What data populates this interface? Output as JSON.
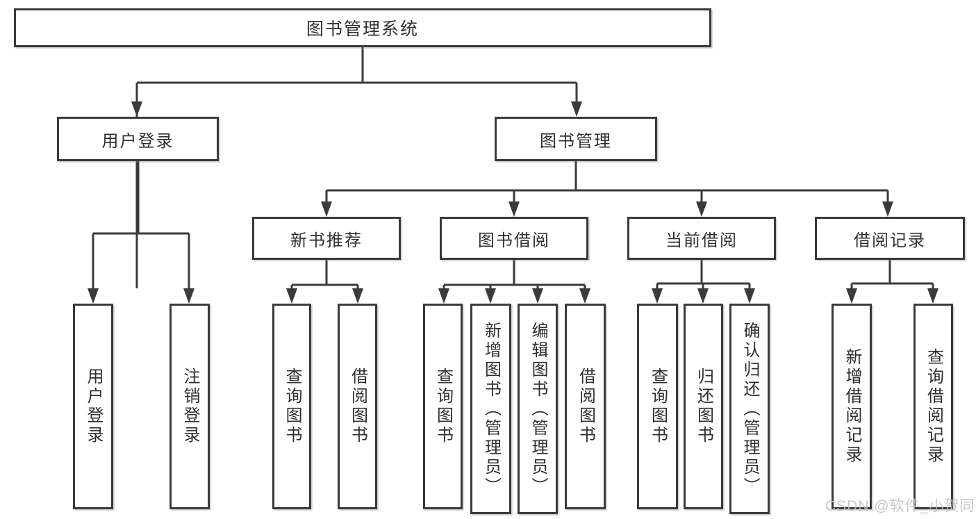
{
  "nodes": {
    "root": "图书管理系统",
    "userLogin": "用户登录",
    "bookMgmt": "图书管理",
    "newBookRec": "新书推荐",
    "bookBorrow": "图书借阅",
    "currentBorrow": "当前借阅",
    "borrowRecord": "借阅记录",
    "leafUserLogin": "用户登录",
    "leafLogout": "注销登录",
    "leafRecQuery": "查询图书",
    "leafRecBorrow": "借阅图书",
    "leafBorrowQuery": "查询图书",
    "leafBorrowAdd": "新增图书（管理员）",
    "leafBorrowEdit": "编辑图书（管理员）",
    "leafBorrowBorrow": "借阅图书",
    "leafCurrentQuery": "查询图书",
    "leafCurrentReturn": "归还图书",
    "leafConfirmReturn": "确认归还（管理员）",
    "leafRecordAdd": "新增借阅记录",
    "leafRecordQuery": "查询借阅记录"
  },
  "watermark": "CSDN @软件_小贺同学",
  "colors": {
    "line": "#3a3a3a",
    "text": "#2f2f2f",
    "background": "#ffffff",
    "watermark": "#c3c3c3"
  }
}
